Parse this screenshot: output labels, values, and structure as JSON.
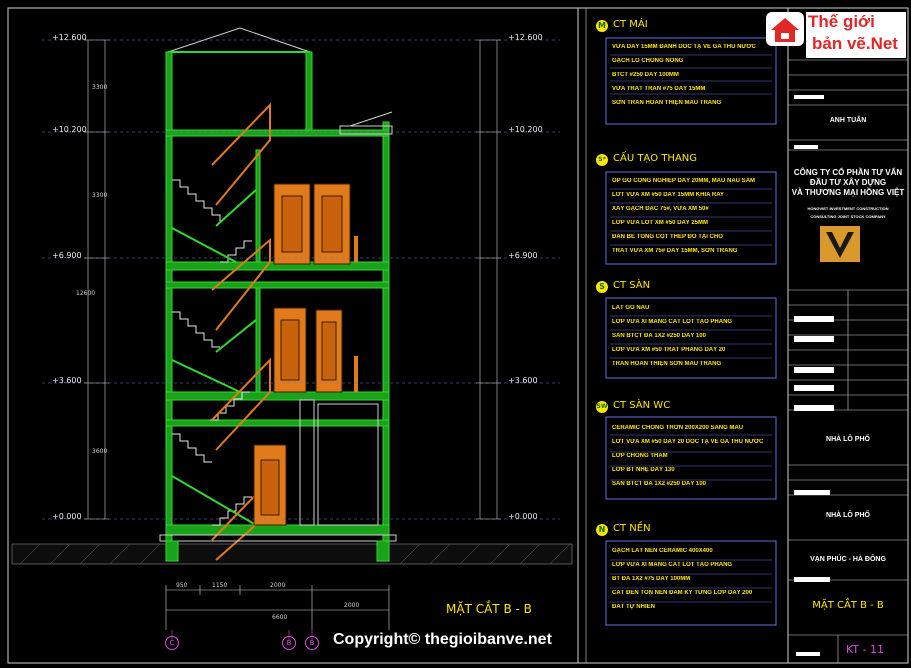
{
  "logo": {
    "brand_top": "Thế giới",
    "brand_bottom": "bản vẽ.Net"
  },
  "levels": [
    "+12.600",
    "+10.200",
    "+6.900",
    "+3.600",
    "+0.000"
  ],
  "left_dims": [
    "3300",
    "3300",
    "3600",
    "12600"
  ],
  "bottom_dims": [
    "950",
    "1150",
    "2000",
    "2000",
    "6600"
  ],
  "section_title": "MẶT CẮT B - B",
  "copyright": "Copyright© thegioibanve.net",
  "axes": [
    "C",
    "B",
    "B"
  ],
  "notes": [
    {
      "marker": "M",
      "title": "CT MÁI",
      "lines": [
        "VỮA DÀY 15MM ĐÁNH DỐC TẠ VỀ GA THU NƯỚC",
        "GẠCH LỖ CHỐNG NÓNG",
        "BTCT #250 DÀY 100MM",
        "VỮA TRÁT TRẦN #75 DÀY 15MM",
        "SƠN TRẦN HOÀN THIỆN MÀU TRẮNG"
      ]
    },
    {
      "marker": "S*",
      "title": "CẤU TẠO THANG",
      "lines": [
        "ỐP GỖ CÔNG NGHIỆP DÀY 20MM, MÀU NÂU SẪM",
        "LỚT VỮA XM #50 DÀY 15MM KHÍA RAY",
        "XÂY GẠCH ĐẶC 75#, VỮA XM 50#",
        "LỚP VỮA LÓT XM #50 DÀY 25MM",
        "ĐAN BÊ TÔNG CỐT THÉP ĐỔ TẠI CHỖ",
        "TRÁT VỮA XM 75# DÀY 15MM, SƠN TRẮNG"
      ]
    },
    {
      "marker": "S",
      "title": "CT SÀN",
      "lines": [
        "LÁT GỖ NÂU",
        "LỚP VỮA XI MĂNG CÁT LÓT TẠO PHẲNG",
        "SÀN BTCT ĐÁ 1X2 #250 DÀY 100",
        "LỚP VỮA XM #50 TRÁT PHẲNG DÀY 20",
        "TRẦN HOÀN THIỆN SƠN MÀU TRẮNG"
      ]
    },
    {
      "marker": "SW",
      "title": "CT SÀN WC",
      "lines": [
        "CERAMIC CHỐNG TRƠN 200X200 SÁNG MÀU",
        "LỚT VỮA XM #50 DÀY 20 DỐC TẠ VỀ GA THU NƯỚC",
        "LỚP CHỐNG THẤM",
        "LỚP BT NHẸ DÀY 130",
        "SÀN BTCT ĐÁ 1X2 #250 DÀY 100"
      ]
    },
    {
      "marker": "N",
      "title": "CT NỀN",
      "lines": [
        "GẠCH LÁT NỀN CERAMIC 400X400",
        "LỚP VỮA XI MĂNG CÁT LÓT TẠO PHẲNG",
        "BT ĐÁ 1X2 #75 DÀY 100MM",
        "CÁT ĐEN TÔN NỀN ĐẦM KỸ TỪNG LỚP DÀY 200",
        "ĐẤT TỰ NHIÊN"
      ]
    }
  ],
  "title_block": {
    "owner": "ANH TUẤN",
    "company": [
      "CÔNG TY CỔ PHẦN TƯ VẤN",
      "ĐẦU TƯ XÂY DỰNG",
      "VÀ THƯƠNG MẠI HỒNG VIỆT"
    ],
    "company_en": [
      "HONGVIET INVESTMENT CONSTRUCTION",
      "CONSULTING JOINT STOCK COMPANY"
    ],
    "project_1": "NHÀ LÔ PHỐ",
    "project_2": "NHÀ LÔ PHỐ",
    "location": "VẠN PHÚC - HÀ ĐÔNG",
    "drawing_name": "MẶT CẮT B - B",
    "drawing_no": "KT - 11"
  }
}
